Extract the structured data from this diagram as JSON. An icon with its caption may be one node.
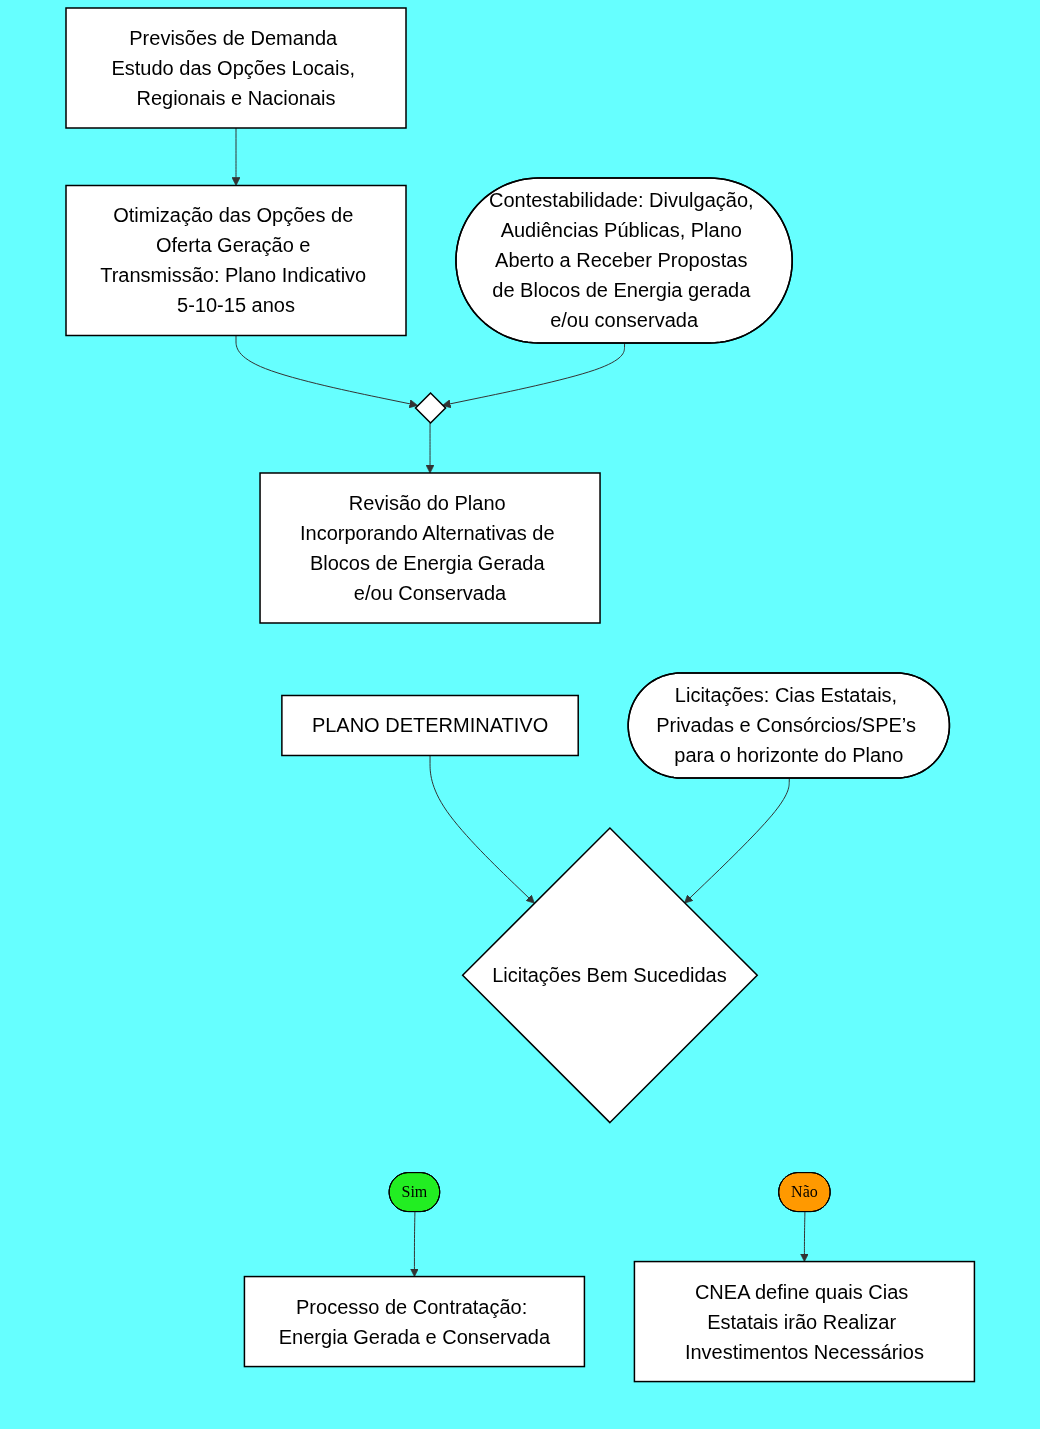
{
  "diagram": {
    "nodes": [
      {
        "text": [
          "Previsões de Demanda Estudo das Opções Locais, Regionais e Nacionais"
        ]
      },
      {
        "text": [
          "Otimização das Opções de Oferta Geração e Transmissão: Plano Indicativo 5-10-15 anos"
        ]
      },
      {
        "text": [],
        "shape": "diamond"
      },
      {
        "text": [
          "Contestabilidade: Divulgação, Audiências Públicas, Plano Aberto a Receber Propostas de Blocos de Energia gerada e/ou conservada"
        ]
      },
      {
        "text": [
          "Revisão do Plano Incorporando Alternativas de Blocos de Energia Gerada e/ou Conservada"
        ]
      },
      {
        "text": [
          "PLANO  DETERMINATIVO"
        ]
      },
      {
        "text": [
          "Licitações Bem Sucedidas"
        ]
      },
      {
        "text": [
          "Licitações: Cias Estatais, Privadas e Consórcios/SPE’s para o horizonte do Plano"
        ]
      },
      {
        "text": [
          "Sim"
        ]
      },
      {
        "text": [
          "Não"
        ]
      },
      {
        "text": [
          "Processo de Contratação: Energia Gerada e Conservada"
        ]
      },
      {
        "text": [
          "CNEA define quais Cias Estatais irão Realizar Investimentos Necessários"
        ]
      }
    ],
    "edges": [
      {
        "from": 0,
        "to": 1,
        "arrow": "to"
      },
      {
        "from": 1,
        "to": 2,
        "arrow": "to"
      },
      {
        "from": 3,
        "to": 2,
        "arrow": "to"
      },
      {
        "from": 2,
        "to": 4,
        "arrow": "to"
      },
      {
        "from": 5,
        "to": 6,
        "arrow": "to"
      },
      {
        "from": 7,
        "to": 6,
        "arrow": "to"
      },
      {
        "from": 8,
        "to": 10,
        "arrow": "to"
      },
      {
        "from": 9,
        "to": 11,
        "arrow": "to"
      }
    ]
  }
}
